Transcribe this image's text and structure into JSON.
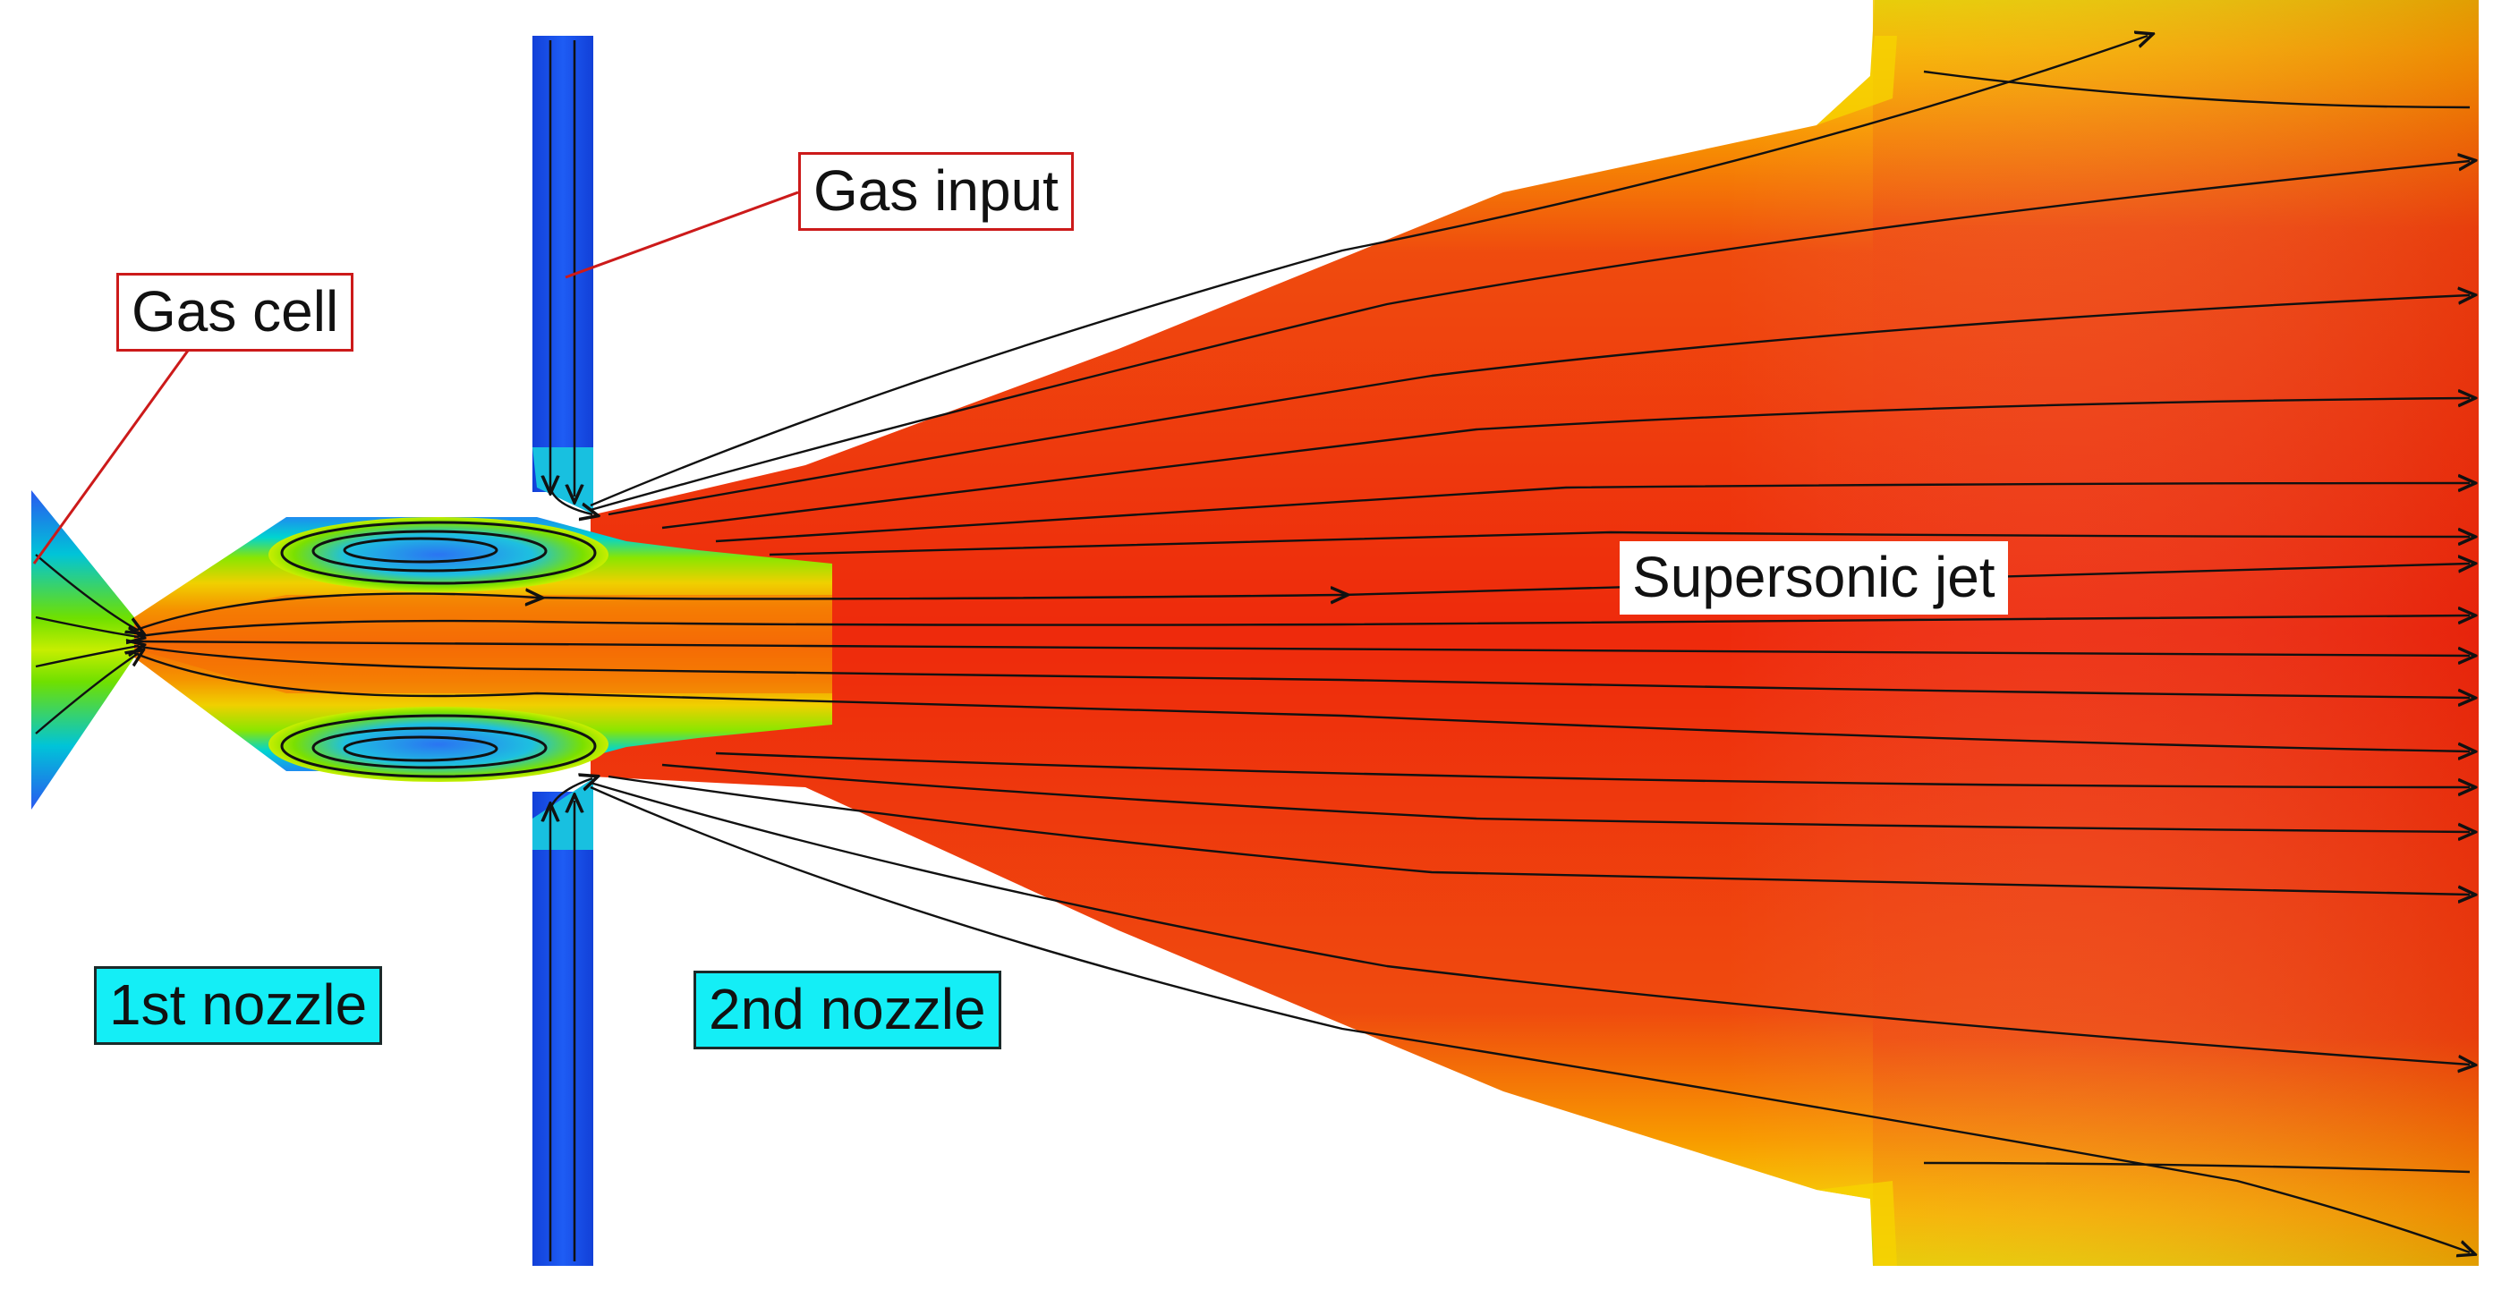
{
  "labels": {
    "gas_cell": "Gas cell",
    "gas_input": "Gas input",
    "supersonic_jet": "Supersonic jet",
    "first_nozzle": "1st nozzle",
    "second_nozzle": "2nd nozzle"
  },
  "colors": {
    "background": "#ffffff",
    "flow_high": "#ee2a0c",
    "flow_mid": "#f8a700",
    "flow_edge": "#a8e800",
    "flow_low": "#00d0c8",
    "wall_blue": "#1438e6",
    "streamline": "#111111",
    "callout_border": "#cc1a1a",
    "nozzle_label_fill": "#14eef6"
  }
}
